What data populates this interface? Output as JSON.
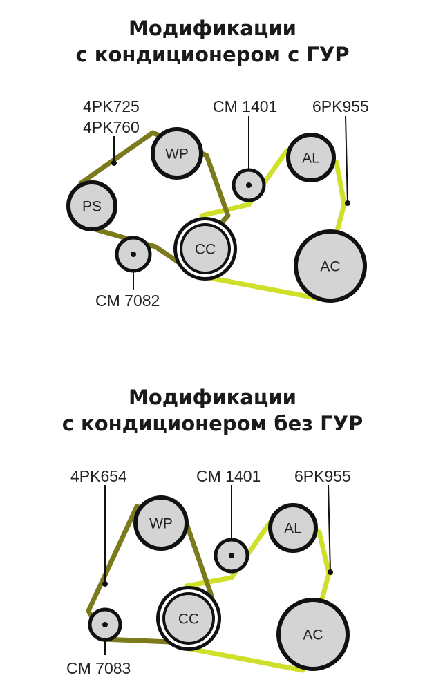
{
  "colors": {
    "dark_belt": "#7b7b1e",
    "light_belt": "#cfe02a",
    "pulley_fill": "#d4d4d4",
    "stroke": "#111111"
  },
  "top": {
    "title_line1": "Модификации",
    "title_line2": "с кондиционером с ГУР",
    "labels": {
      "belt_dark_a": "4PK725",
      "belt_dark_b": "4PK760",
      "tensioner_top": "CM 1401",
      "belt_light": "6PK955",
      "idler_bottom": "CM 7082"
    },
    "pulleys": {
      "wp": "WP",
      "ps": "PS",
      "cc": "CC",
      "al": "AL",
      "ac": "AC"
    }
  },
  "bottom": {
    "title_line1": "Модификации",
    "title_line2": "с кондиционером без ГУР",
    "labels": {
      "belt_dark": "4PK654",
      "tensioner_top": "CM 1401",
      "belt_light": "6PK955",
      "idler_bottom": "CM 7083"
    },
    "pulleys": {
      "wp": "WP",
      "cc": "CC",
      "al": "AL",
      "ac": "AC"
    }
  }
}
